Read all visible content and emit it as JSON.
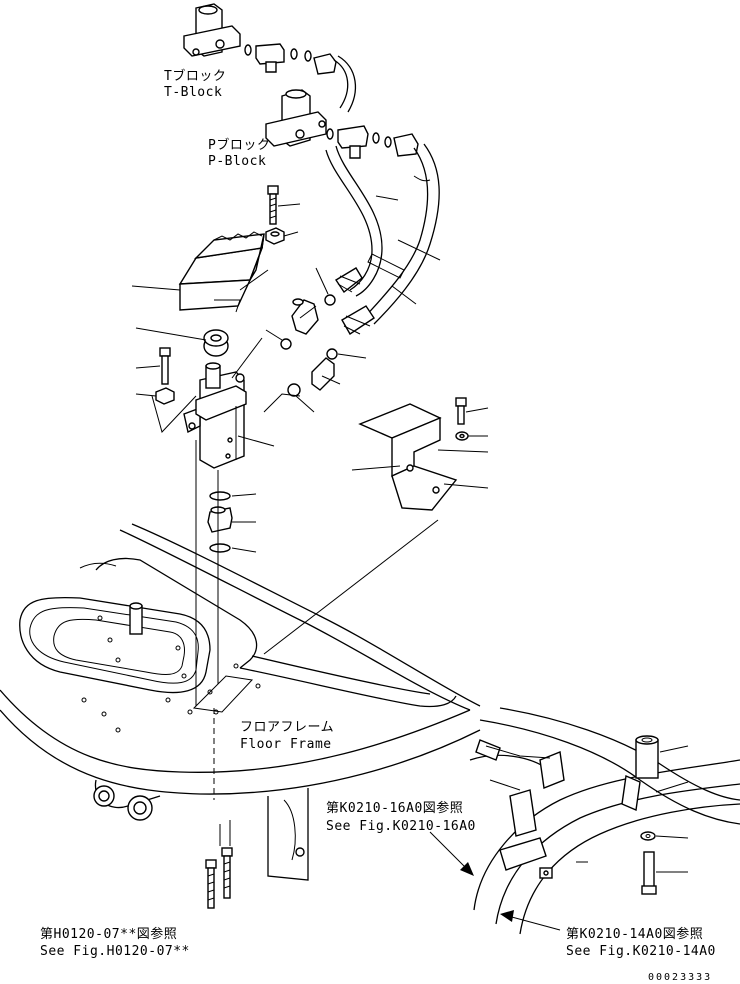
{
  "labels": {
    "t_block_jp": "Tブロック",
    "t_block_en": "T-Block",
    "p_block_jp": "Pブロック",
    "p_block_en": "P-Block",
    "floor_frame_jp": "フロアフレーム",
    "floor_frame_en": "Floor Frame",
    "ref_k0210_16a0_jp": "第K0210-16A0図参照",
    "ref_k0210_16a0_en": "See Fig.K0210-16A0",
    "ref_h0120_07_jp": "第H0120-07**図参照",
    "ref_h0120_07_en": "See Fig.H0120-07**",
    "ref_k0210_14a0_jp": "第K0210-14A0図参照",
    "ref_k0210_14a0_en": "See Fig.K0210-14A0",
    "drawing_number": "00023333"
  }
}
